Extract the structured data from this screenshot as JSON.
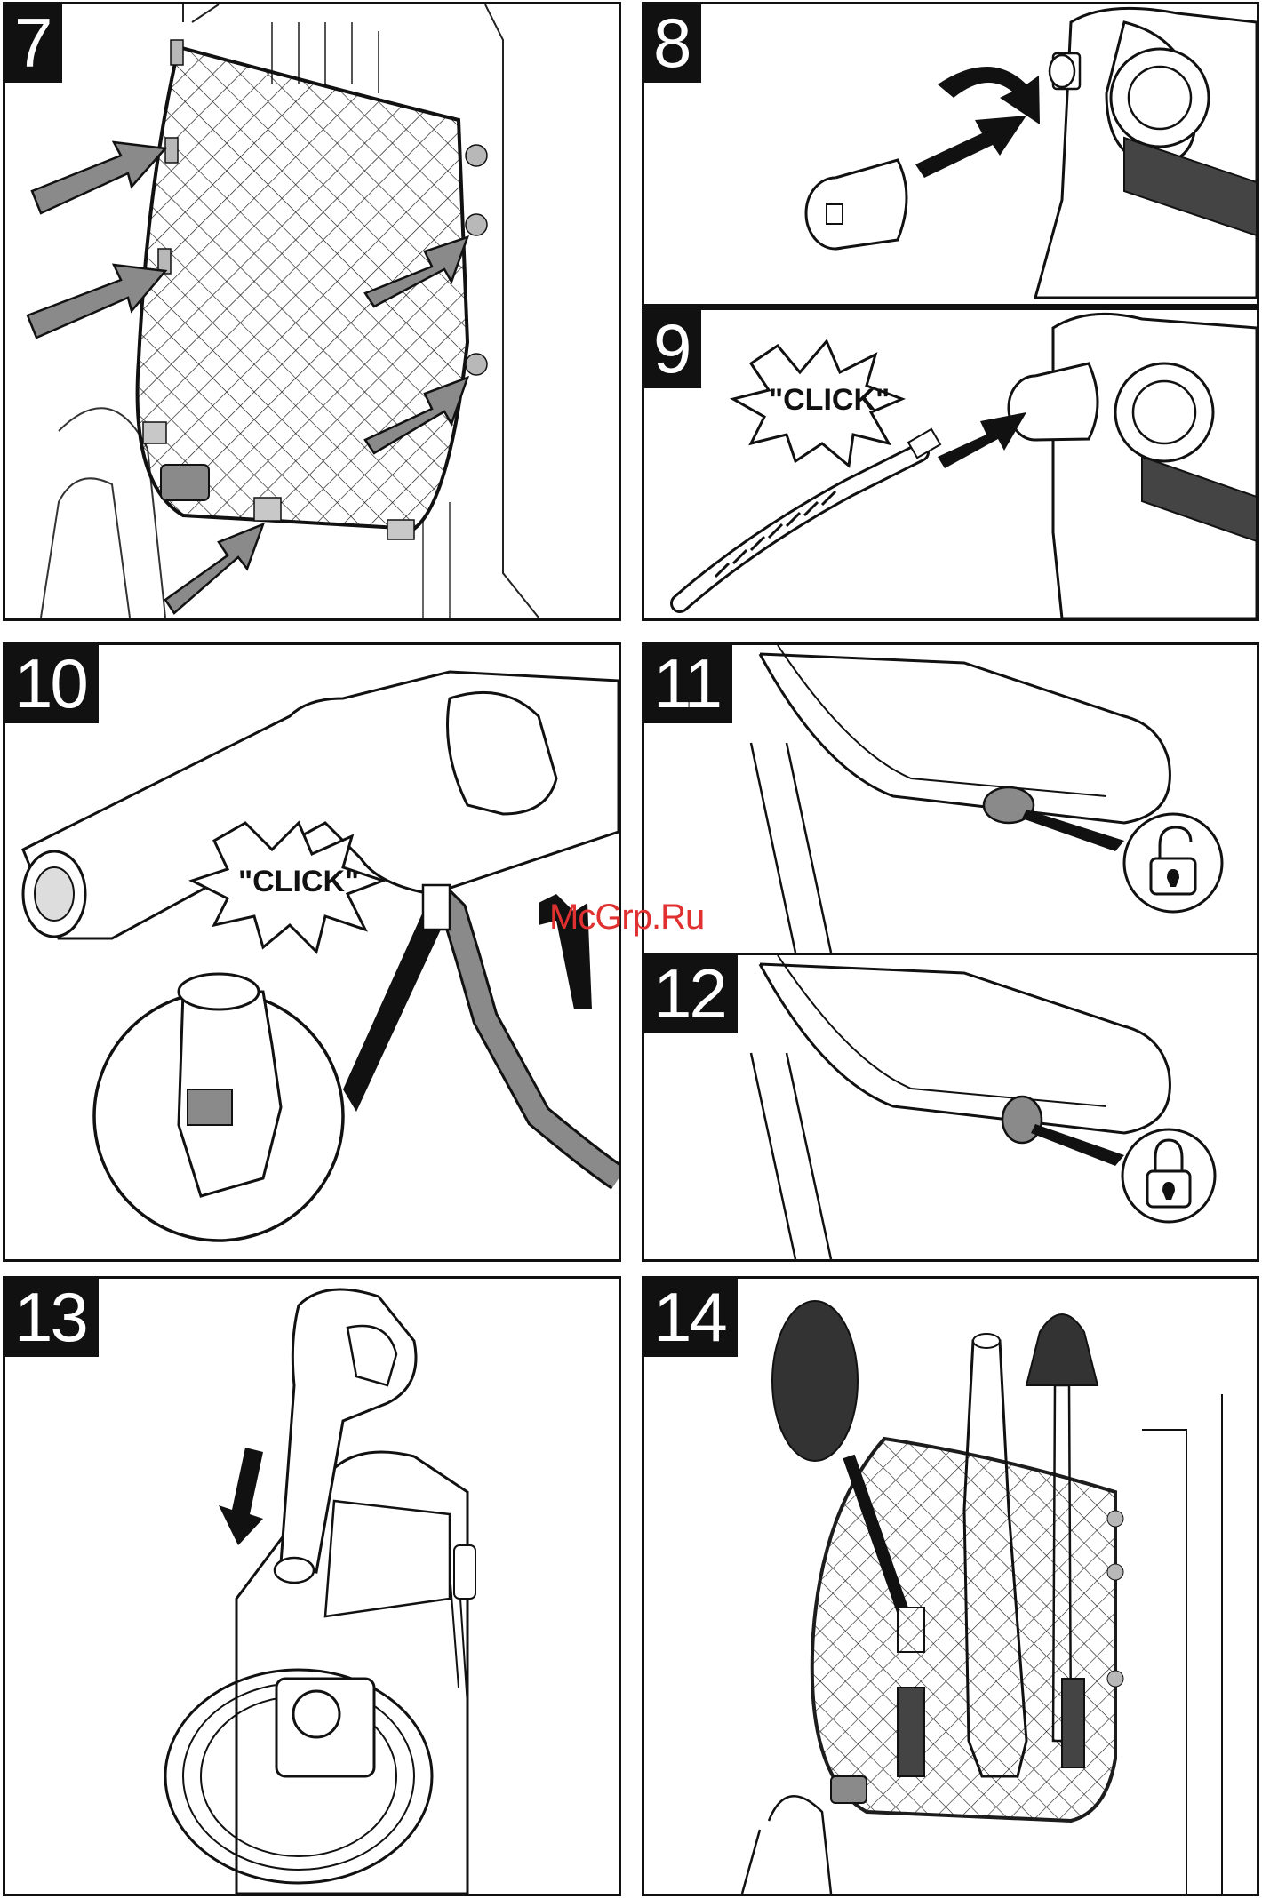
{
  "panels": {
    "p7": {
      "number": "7"
    },
    "p8": {
      "number": "8"
    },
    "p9": {
      "number": "9",
      "callout": "\"CLICK\""
    },
    "p10": {
      "number": "10",
      "callout": "\"CLICK\""
    },
    "p11": {
      "number": "11",
      "lock_state": "unlocked"
    },
    "p12": {
      "number": "12",
      "lock_state": "locked"
    },
    "p13": {
      "number": "13"
    },
    "p14": {
      "number": "14"
    }
  },
  "watermark": "McGrp.Ru",
  "colors": {
    "ink": "#111111",
    "arrow_gray": "#8a8a8a",
    "clip_gray": "#b8b8b8",
    "watermark": "#e03030"
  }
}
